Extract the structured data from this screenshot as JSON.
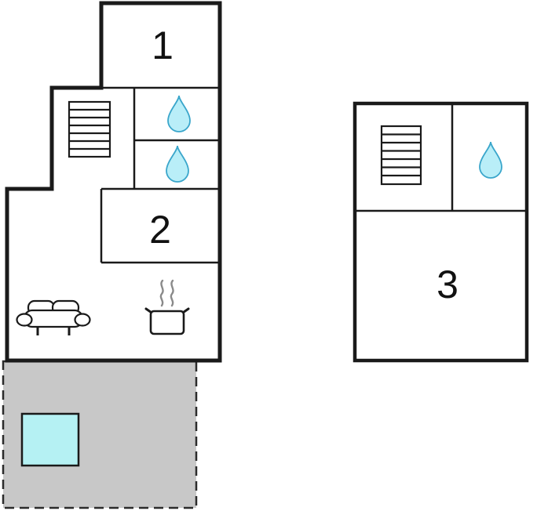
{
  "rooms": {
    "room1": {
      "label": "1"
    },
    "room2": {
      "label": "2"
    },
    "room3": {
      "label": "3"
    }
  },
  "icons": {
    "stairs": "stairs-icon",
    "water_drop": "water-drop-icon",
    "sofa": "sofa-icon",
    "cooking_pot": "cooking-pot-icon",
    "pool": "pool-icon"
  },
  "colors": {
    "wall": "#1a1a1a",
    "water_drop_fill": "#b9eef8",
    "water_drop_stroke": "#3aa6cb",
    "terrace_fill": "#c8c8c8",
    "pool_fill": "#b5f1f3",
    "steam": "#8a8a8a",
    "background": "#ffffff"
  }
}
